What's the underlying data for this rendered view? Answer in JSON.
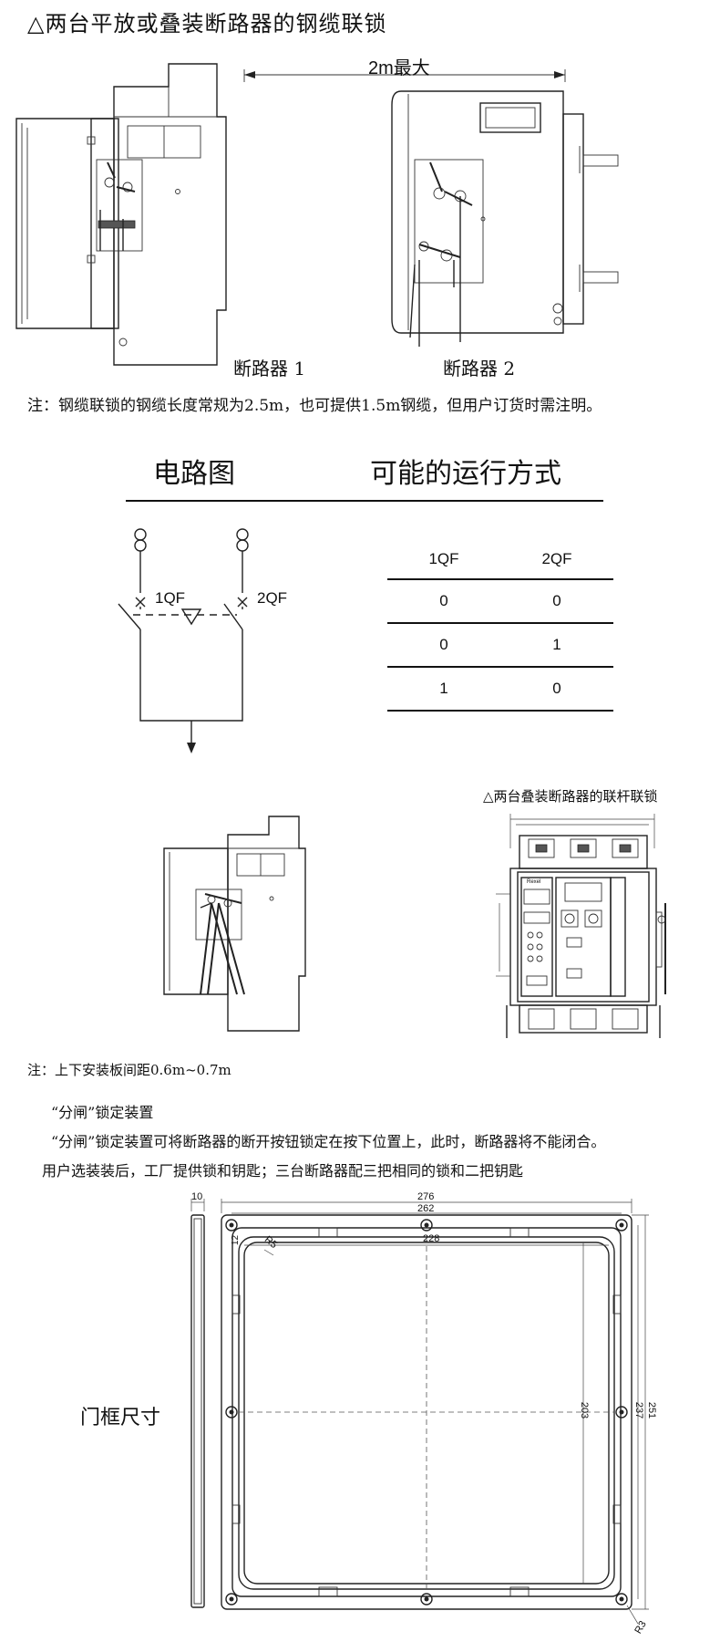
{
  "section1": {
    "title": "△两台平放或叠装断路器的钢缆联锁",
    "max_distance": "2m最大",
    "breaker1_label": "断路器 1",
    "breaker2_label": "断路器 2",
    "note": "注：钢缆联锁的钢缆长度常规为2.5m，也可提供1.5m钢缆，但用户订货时需注明。"
  },
  "section2": {
    "circuit_heading": "电路图",
    "modes_heading": "可能的运行方式",
    "qf1_label": "1QF",
    "qf2_label": "2QF",
    "table": {
      "headers": [
        "1QF",
        "2QF"
      ],
      "rows": [
        [
          "0",
          "0"
        ],
        [
          "0",
          "1"
        ],
        [
          "1",
          "0"
        ]
      ]
    }
  },
  "section3": {
    "title": "△两台叠装断路器的联杆联锁",
    "note": "注：上下安装板间距0.6m~0.7m",
    "panel_brand": "Rexel"
  },
  "section4": {
    "lock_title": "“分闸”锁定装置",
    "lock_desc": "“分闸”锁定装置可将断路器的断开按钮锁定在按下位置上，此时，断路器将不能闭合。",
    "lock_desc2": "用户选装装后，工厂提供锁和钥匙；三台断路器配三把相同的锁和二把钥匙"
  },
  "section5": {
    "label": "门框尺寸",
    "dims": {
      "thickness": "10",
      "outer_width": "276",
      "hole_width": "262",
      "inner_width": "228",
      "corner_offset": "12",
      "inner_radius": "R5",
      "outer_radius": "R3",
      "inner_height": "203",
      "hole_height": "237",
      "outer_height": "251"
    }
  }
}
